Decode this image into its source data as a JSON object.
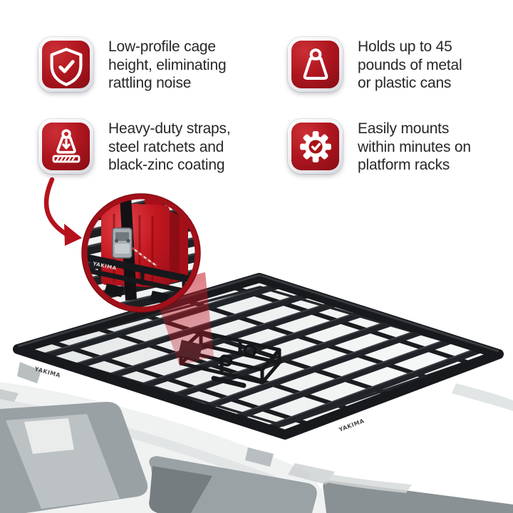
{
  "palette": {
    "accent_red": "#b5121c",
    "tile_red": "#b0161f",
    "ring_red": "#9e1019",
    "rack_black": "#1c1e21",
    "text_dark": "#272727"
  },
  "features": [
    {
      "icon": "shield-check-icon",
      "lines": [
        "Low-profile cage",
        "height, eliminating",
        "rattling noise"
      ]
    },
    {
      "icon": "weight-icon",
      "lines": [
        "Holds up to 45",
        "pounds of metal",
        "or plastic cans"
      ]
    },
    {
      "icon": "strapped-weight-icon",
      "lines": [
        "Heavy-duty straps,",
        "steel ratchets and",
        "black-zinc coating"
      ]
    },
    {
      "icon": "gear-check-icon",
      "lines": [
        "Easily mounts",
        "within minutes on",
        "platform racks"
      ]
    }
  ],
  "scene": {
    "brand_label": "YAKIMA"
  }
}
